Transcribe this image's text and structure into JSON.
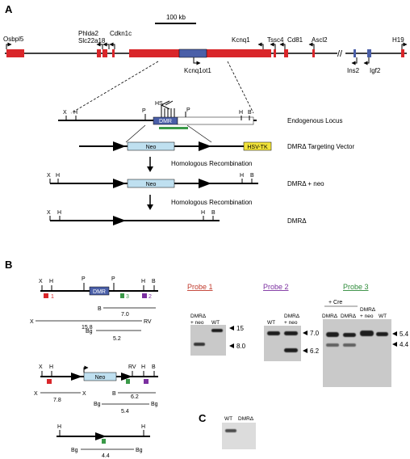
{
  "panel_labels": {
    "a": "A",
    "b": "B",
    "c": "C"
  },
  "panel_a": {
    "scale_bar": "100 kb",
    "top_genes": [
      "Osbpl5",
      "Phlda2",
      "Slc22a18",
      "Cdkn1c",
      "Kcnq1",
      "Tssc4",
      "Cd81",
      "Ascl2",
      "H19"
    ],
    "bottom_genes": [
      "Kcnq1ot1",
      "Ins2",
      "Igf2"
    ],
    "break_mark": "//",
    "hs": "HS",
    "dmr": "DMR",
    "neo": "Neo",
    "hsv_tk": "HSV-TK",
    "site_x": "X",
    "site_h": "H",
    "site_p": "P",
    "site_b": "B",
    "row_labels": {
      "endogenous": "Endogenous Locus",
      "vector": "DMRΔ Targeting Vector",
      "recomb": "Homologous Recombination",
      "neo_allele": "DMRΔ + neo",
      "delta": "DMRΔ"
    }
  },
  "panel_b": {
    "probe_numbers": [
      "1",
      "3",
      "2"
    ],
    "fragments": {
      "f7_0": "7.0",
      "f15_8": "15.8",
      "f5_2": "5.2",
      "f7_8": "7.8",
      "f6_2": "6.2",
      "f5_4": "5.4",
      "f4_4": "4.4"
    },
    "site_rv": "RV",
    "site_bg": "Bg",
    "probe1": {
      "title": "Probe 1",
      "color": "#c0392b",
      "lanes": [
        "DMRΔ + neo",
        "WT"
      ],
      "sizes": [
        "15",
        "8.0"
      ]
    },
    "probe2": {
      "title": "Probe 2",
      "color": "#7b2fa0",
      "lanes": [
        "WT",
        "DMRΔ + neo"
      ],
      "sizes": [
        "7.0",
        "6.2"
      ]
    },
    "probe3": {
      "title": "Probe 3",
      "color": "#2e8b3a",
      "cre": "+ Cre",
      "lanes": [
        "DMRΔ",
        "DMRΔ",
        "DMRΔ + neo",
        "WT"
      ],
      "sizes": [
        "5.4",
        "4.4"
      ]
    }
  },
  "panel_c": {
    "lanes": [
      "WT",
      "DMRΔ"
    ]
  },
  "colors": {
    "gene_red": "#d9262a",
    "dmr_blue": "#4a5fa8",
    "neo_blue": "#bfe0f0",
    "hsv_yellow": "#f2e33a",
    "probe_green": "#3a9a48"
  }
}
